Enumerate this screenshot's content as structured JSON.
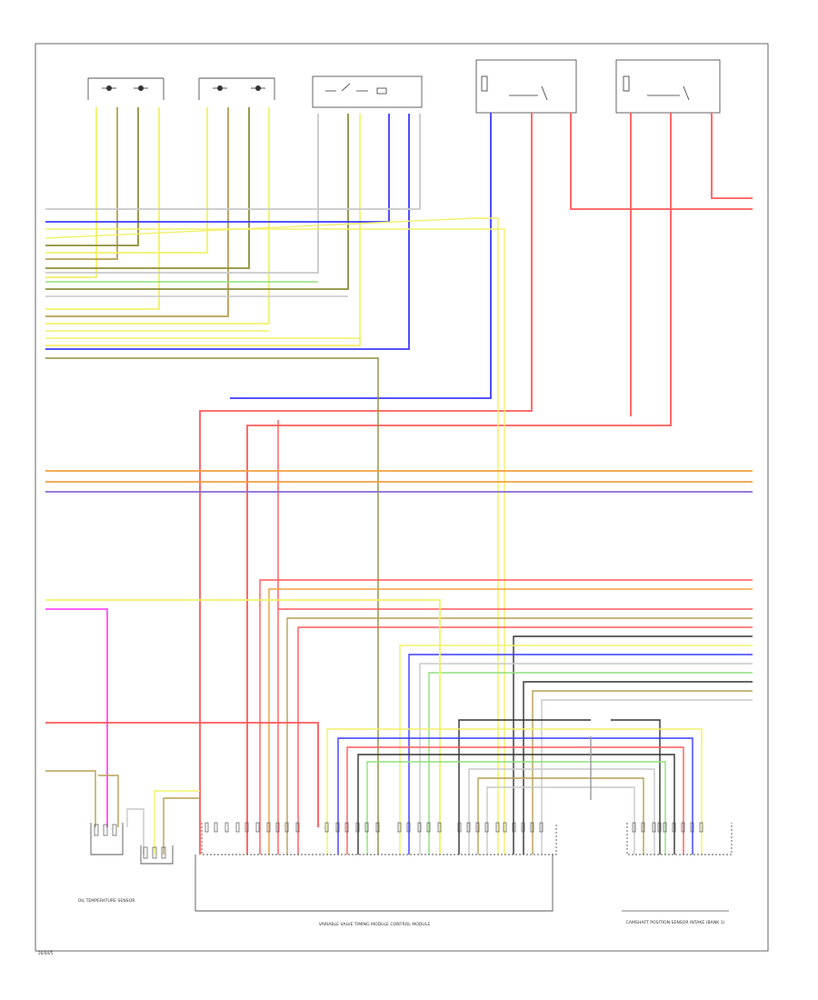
{
  "diagram_code": "26/04/5",
  "module_caption": "VARIABLE VALVE TIMING MODULE CONTROL MODULE",
  "sensor_caption": "CAMSHAFT POSITION SENSOR INTAKE (BANK 1)",
  "sensor_left_caption": "OIL TEMPERATURE SENSOR",
  "wire_colors": {
    "white": "#c9c9c9",
    "yellow": "#f2f06a",
    "blue": "#3c3cff",
    "red": "#ff5a5a",
    "green": "#8ee07a",
    "brown": "#b89f52",
    "olive": "#8f8f3a",
    "orange": "#f0a040",
    "violet": "#8a6ad8",
    "pink": "#ff4dff",
    "black": "#333333",
    "gray": "#999999"
  }
}
